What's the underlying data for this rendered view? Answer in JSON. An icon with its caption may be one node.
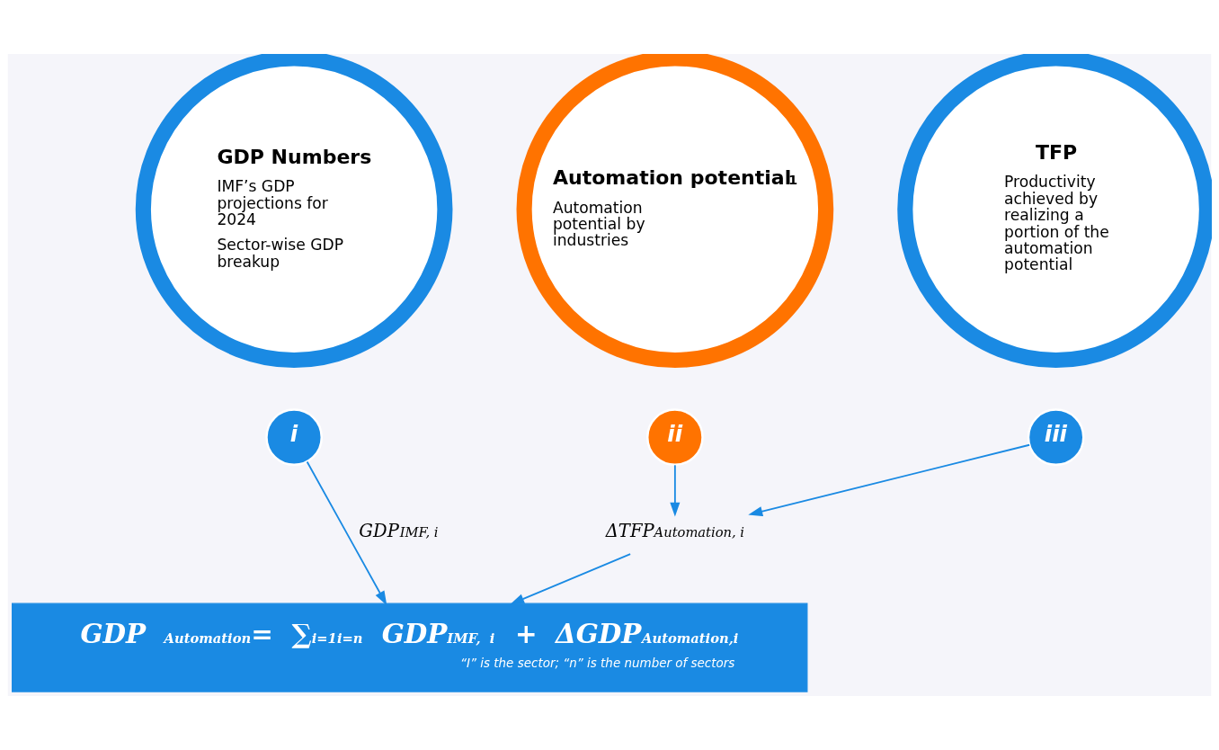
{
  "diagram": {
    "nodes": [
      {
        "text": [
          "GDP Numbers",
          "IMF’s GDP projections for 2024",
          "Sector-wise GDP breakup"
        ]
      },
      {
        "text": [
          "Automation potential$^{1}$",
          "Automation potential by industries"
        ]
      },
      {
        "text": [
          "TFP",
          "Productivity achieved by realizing a portion of the automation potential"
        ]
      },
      {
        "text": [
          "i"
        ]
      },
      {
        "text": [
          "ii"
        ]
      },
      {
        "text": [
          "iii"
        ]
      },
      {
        "text": [
          "ΔTFP$_{Automation, i}$"
        ]
      },
      {
        "text": [
          "GDP $_{Automation}$= ∑$_{i=1}$$^{i=n}$ GDP$_{IMF, i}$ + ΔGDP$_{Automation,i}$",
          "“I” is the sector; “n” is the number of sectors"
        ]
      }
    ],
    "edges": [
      {
        "from": 3,
        "to": 7,
        "arrow": "to",
        "label": "GDP$_{IMF, i}$"
      },
      {
        "from": 4,
        "to": 6,
        "arrow": "to"
      },
      {
        "from": 5,
        "to": 6,
        "arrow": "to"
      },
      {
        "from": 6,
        "to": 7,
        "arrow": "to"
      }
    ]
  }
}
